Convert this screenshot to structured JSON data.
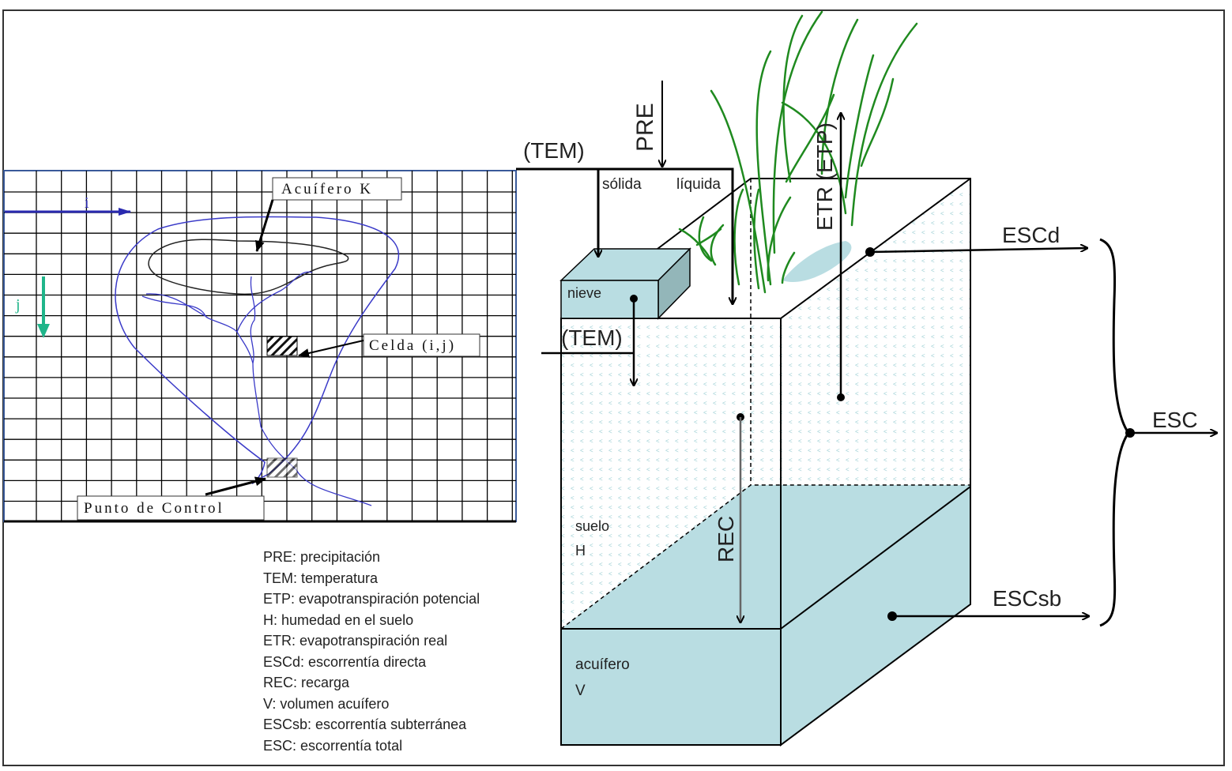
{
  "grid": {
    "axis_i": "i",
    "axis_j": "j",
    "callout_aquifer": "Acuífero K",
    "callout_cell": "Celda (i,j)",
    "callout_control": "Punto de Control"
  },
  "model": {
    "tem_top": "(TEM)",
    "pre": "PRE",
    "solid": "sólida",
    "liquid": "líquida",
    "snow": "nieve",
    "tem_snow": "(TEM)",
    "etr": "ETR (ETP)",
    "escd": "ESCd",
    "esc": "ESC",
    "escsb": "ESCsb",
    "rec": "REC",
    "soil": "suelo",
    "soil_var": "H",
    "aquifer": "acuífero",
    "aquifer_var": "V"
  },
  "legend": [
    "PRE: precipitación",
    "TEM: temperatura",
    "ETP: evapotranspiración potencial",
    "H: humedad en el suelo",
    "ETR: evapotranspiración real",
    "ESCd: escorrentía directa",
    "REC: recarga",
    "V: volumen acuífero",
    "ESCsb: escorrentía subterránea",
    "ESC: escorrentía total"
  ],
  "colors": {
    "water": "#b9dde2",
    "snow_side": "#93b6b9",
    "grass": "#1f8a1f",
    "river": "#3a3ac8",
    "j_arrow": "#1fb58a"
  }
}
